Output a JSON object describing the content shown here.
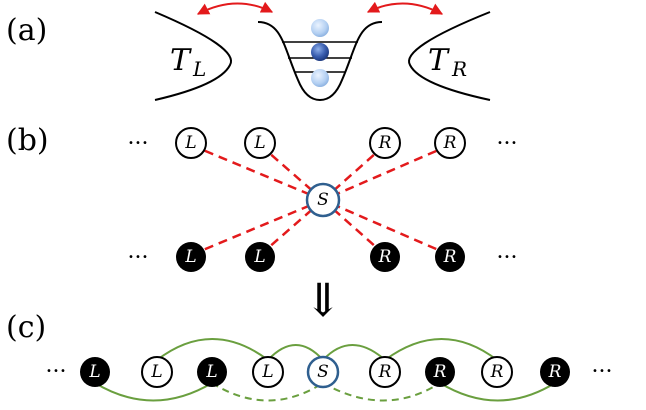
{
  "panels": {
    "a": "(a)",
    "b": "(b)",
    "c": "(c)"
  },
  "baths": {
    "left": {
      "symbol": "T",
      "sub": "L"
    },
    "right": {
      "symbol": "T",
      "sub": "R"
    }
  },
  "ellipsis": "···",
  "arrow_down": "⇓",
  "nodes": {
    "left": "L",
    "right": "R",
    "system": "S"
  },
  "colors": {
    "coupling_red": "#e31a1c",
    "system_blue": "#2f5f8f",
    "chain_green": "#6a9f3f",
    "filled": "#000000",
    "well_blue": "#3f63b5",
    "well_light": "#a8c6ec"
  },
  "chain_c_order": [
    "L",
    "L",
    "L",
    "L",
    "S",
    "R",
    "R",
    "R",
    "R"
  ],
  "chain_c_filled": [
    true,
    false,
    true,
    false,
    false,
    false,
    true,
    false,
    true
  ]
}
